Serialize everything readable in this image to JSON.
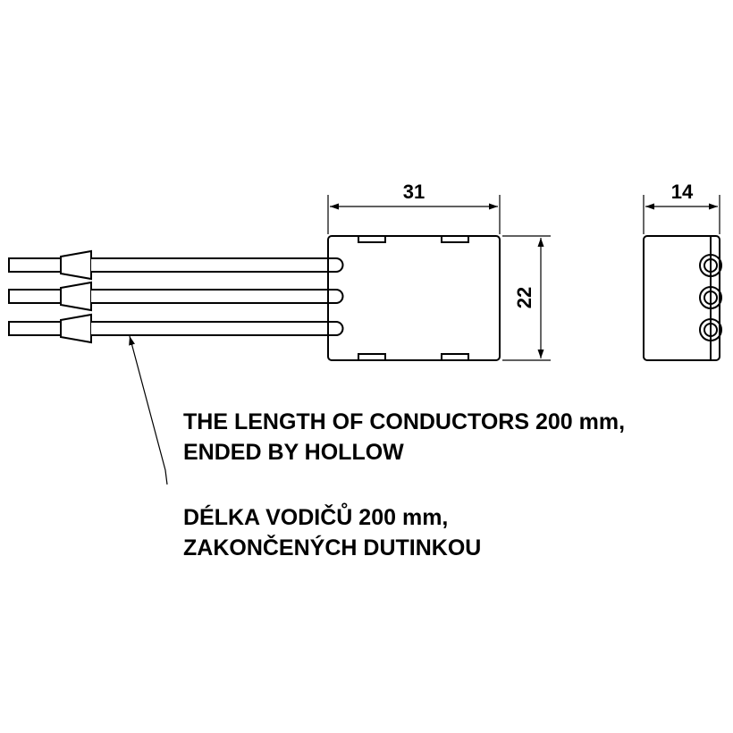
{
  "dimensions": {
    "width": "31",
    "depth": "14",
    "height": "22"
  },
  "notes": {
    "english": [
      "THE LENGTH OF CONDUCTORS 200 mm,",
      "ENDED BY HOLLOW"
    ],
    "czech": [
      "DÉLKA VODIČŮ 200 mm,",
      "ZAKONČENÝCH DUTINKOU"
    ]
  },
  "colors": {
    "line": "#000000",
    "background": "#ffffff"
  }
}
